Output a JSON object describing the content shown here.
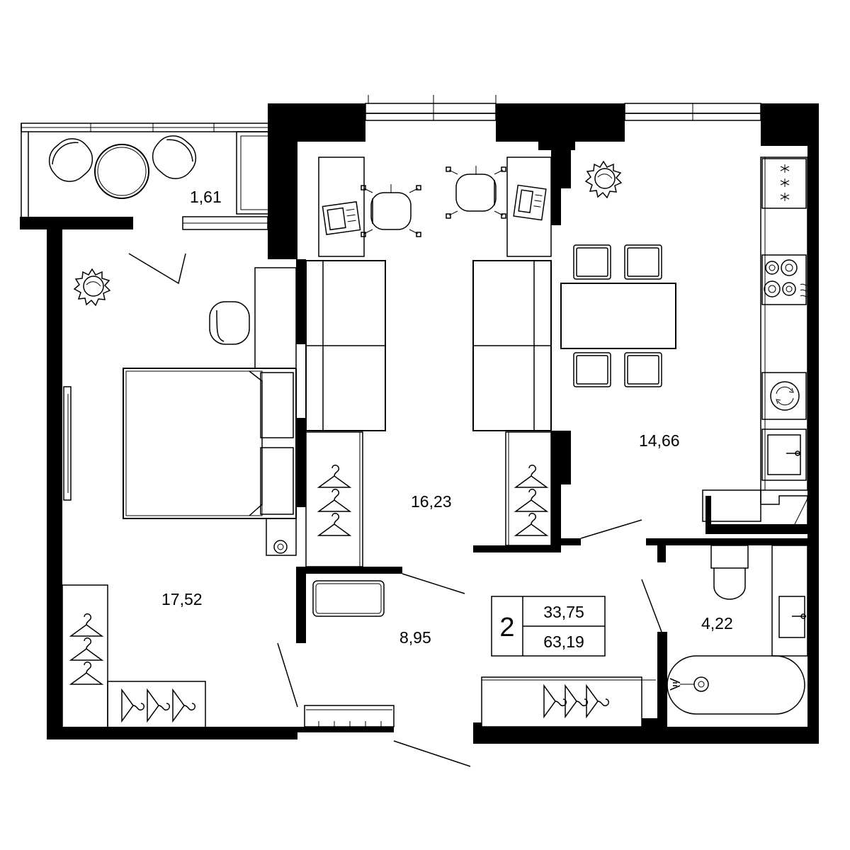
{
  "rooms": {
    "balcony": {
      "area": "1,61"
    },
    "bedroom": {
      "area": "17,52"
    },
    "study": {
      "area": "16,23"
    },
    "kitchen_living": {
      "area": "14,66"
    },
    "hall": {
      "area": "8,95"
    },
    "bathroom": {
      "area": "4,22"
    }
  },
  "summary": {
    "rooms_count": "2",
    "living_area": "33,75",
    "total_area": "63,19"
  },
  "icons": [
    "chair-icon",
    "round-table-icon",
    "plant-icon",
    "bed-icon",
    "pillow-icon",
    "wardrobe-icon",
    "hanger-icon",
    "desk-icon",
    "laptop-icon",
    "office-chair-icon",
    "sofa-icon",
    "dining-table-icon",
    "stove-icon",
    "cooktop-icon",
    "washing-machine-icon",
    "sink-icon",
    "toilet-icon",
    "bathtub-icon",
    "tv-icon",
    "shoe-rack-icon",
    "bench-icon"
  ]
}
